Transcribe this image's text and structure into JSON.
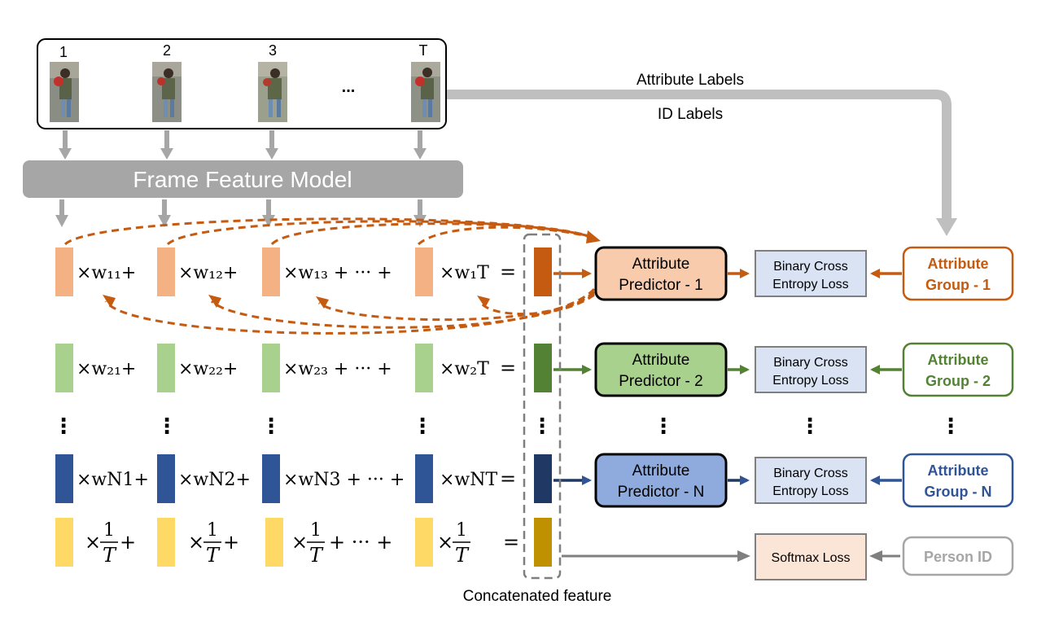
{
  "frames": {
    "labels": [
      "1",
      "2",
      "3",
      "T"
    ],
    "ellipsis": "...",
    "thumbnail_caption": "pedestrian-thumbnail"
  },
  "model": {
    "label": "Frame Feature Model"
  },
  "labels_arrow": {
    "attribute_labels": "Attribute Labels",
    "id_labels": "ID Labels"
  },
  "rows": [
    {
      "color": "#f4b183",
      "concat_color": "#c55a11",
      "terms": [
        "×w₁₁+",
        "×w₁₂+",
        "×w₁₃ + ··· +",
        "×w₁T"
      ],
      "predictor": [
        "Attribute",
        "Predictor - 1"
      ],
      "predictor_fill": "#f8cbad",
      "loss": [
        "Binary Cross",
        "Entropy Loss"
      ],
      "group": [
        "Attribute",
        "Group - 1"
      ],
      "group_color": "#c55a11"
    },
    {
      "color": "#a9d18e",
      "concat_color": "#548235",
      "terms": [
        "×w₂₁+",
        "×w₂₂+",
        "×w₂₃ + ··· +",
        "×w₂T"
      ],
      "predictor": [
        "Attribute",
        "Predictor - 2"
      ],
      "predictor_fill": "#a9d18e",
      "loss": [
        "Binary Cross",
        "Entropy Loss"
      ],
      "group": [
        "Attribute",
        "Group - 2"
      ],
      "group_color": "#548235"
    },
    {
      "color": "#2f5597",
      "concat_color": "#1f3864",
      "terms": [
        "×wN1+",
        "×wN2+",
        "×wN3 + ··· +",
        "×wNT"
      ],
      "predictor": [
        "Attribute",
        "Predictor - N"
      ],
      "predictor_fill": "#8faadc",
      "loss": [
        "Binary Cross",
        "Entropy Loss"
      ],
      "group": [
        "Attribute",
        "Group - N"
      ],
      "group_color": "#2f5597"
    }
  ],
  "id_row": {
    "color": "#ffd966",
    "concat_color": "#bf9000",
    "loss": "Softmax Loss",
    "person": "Person ID"
  },
  "equals": "=",
  "vdots": "⋮",
  "concat_caption": "Concatenated feature",
  "colors": {
    "arrow_gray": "#a6a6a6",
    "loss_fill": "#dae3f3",
    "softmax_fill": "#fbe5d6",
    "dash_orange": "#c55a11"
  }
}
